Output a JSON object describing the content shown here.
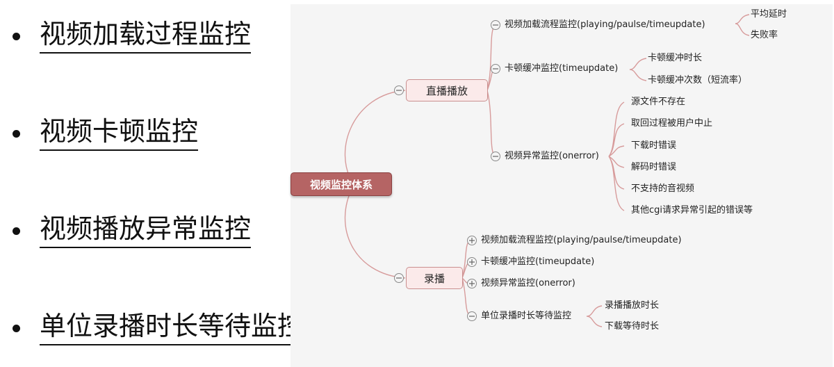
{
  "bullets": [
    "视频加载过程监控",
    "视频卡顿监控",
    "视频播放异常监控",
    "单位录播时长等待监控"
  ],
  "mindmap": {
    "root": "视频监控体系",
    "live": {
      "label": "直播播放",
      "load": "视频加载流程监控(playing/paulse/timeupdate)",
      "load_children": [
        "平均延时",
        "失败率"
      ],
      "stall": "卡顿缓冲监控(timeupdate)",
      "stall_children": [
        "卡顿缓冲时长",
        "卡顿缓冲次数（短流率）"
      ],
      "error": "视频异常监控(onerror)",
      "error_children": [
        "源文件不存在",
        "取回过程被用户中止",
        "下载时错误",
        "解码时错误",
        "不支持的音视频",
        "其他cgi请求异常引起的错误等"
      ]
    },
    "record": {
      "label": "录播",
      "load": "视频加载流程监控(playing/paulse/timeupdate)",
      "stall": "卡顿缓冲监控(timeupdate)",
      "error": "视频异常监控(onerror)",
      "wait": "单位录播时长等待监控",
      "wait_children": [
        "录播播放时长",
        "下载等待时长"
      ]
    }
  },
  "colors": {
    "line": "#d79b9b",
    "root_fill": "#b56464",
    "node_fill": "#fbeaea"
  }
}
